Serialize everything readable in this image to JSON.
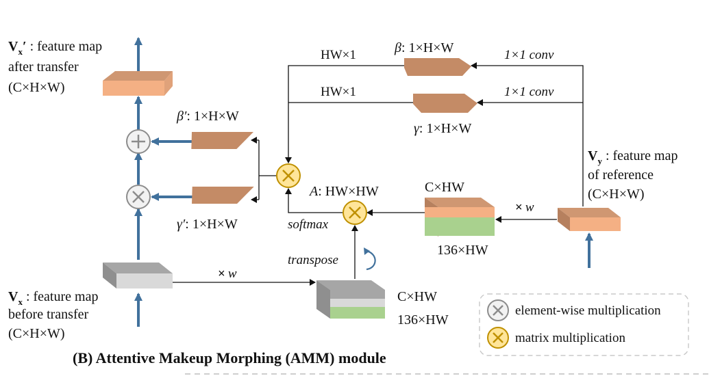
{
  "caption": "(B) Attentive Makeup Morphing (AMM) module",
  "vx_prime": {
    "symbol": "V",
    "sub": "x",
    "prime": "′",
    "line1_rest": " : feature map",
    "line2": "after transfer",
    "line3": "(C×H×W)"
  },
  "vx": {
    "symbol": "V",
    "sub": "x",
    "line1_rest": " : feature map",
    "line2": "before transfer",
    "line3": "(C×H×W)"
  },
  "vy": {
    "symbol": "V",
    "sub": "y",
    "line1_rest": " : feature map",
    "line2": "of reference",
    "line3": "(C×H×W)"
  },
  "beta_prime": {
    "greek": "β′",
    "dims": ": 1×H×W"
  },
  "gamma_prime": {
    "greek": "γ′",
    "dims": ": 1×H×W"
  },
  "beta": {
    "greek": "β",
    "dims": ": 1×H×W"
  },
  "gamma": {
    "greek": "γ",
    "dims": ": 1×H×W"
  },
  "hw1_top": "HW×1",
  "hw1_mid": "HW×1",
  "conv_top": "1×1 conv",
  "conv_mid": "1×1 conv",
  "attention": {
    "symbol": "A",
    "dims": ": HW×HW"
  },
  "softmax": "softmax",
  "transpose": "transpose",
  "times_w_bottom": {
    "mult": "×",
    "var": "w"
  },
  "times_w_right": {
    "mult": "×",
    "var": "w"
  },
  "right_stack": {
    "top": "C×HW",
    "bottom": "136×HW"
  },
  "bottom_stack": {
    "top": "C×HW",
    "bottom": "136×HW"
  },
  "legend": {
    "elementwise": "element-wise multiplication",
    "matrix": "matrix multiplication"
  },
  "colors": {
    "orange_top": "#cf9772",
    "orange_bottom": "#f4b084",
    "green": "#a9d18e",
    "gray_top": "#a6a6a6",
    "gray_light": "#d9d9d9",
    "blue_arrow": "#41719c",
    "matrix_op_fill": "#ffe599",
    "matrix_op_stroke": "#bf9000"
  }
}
